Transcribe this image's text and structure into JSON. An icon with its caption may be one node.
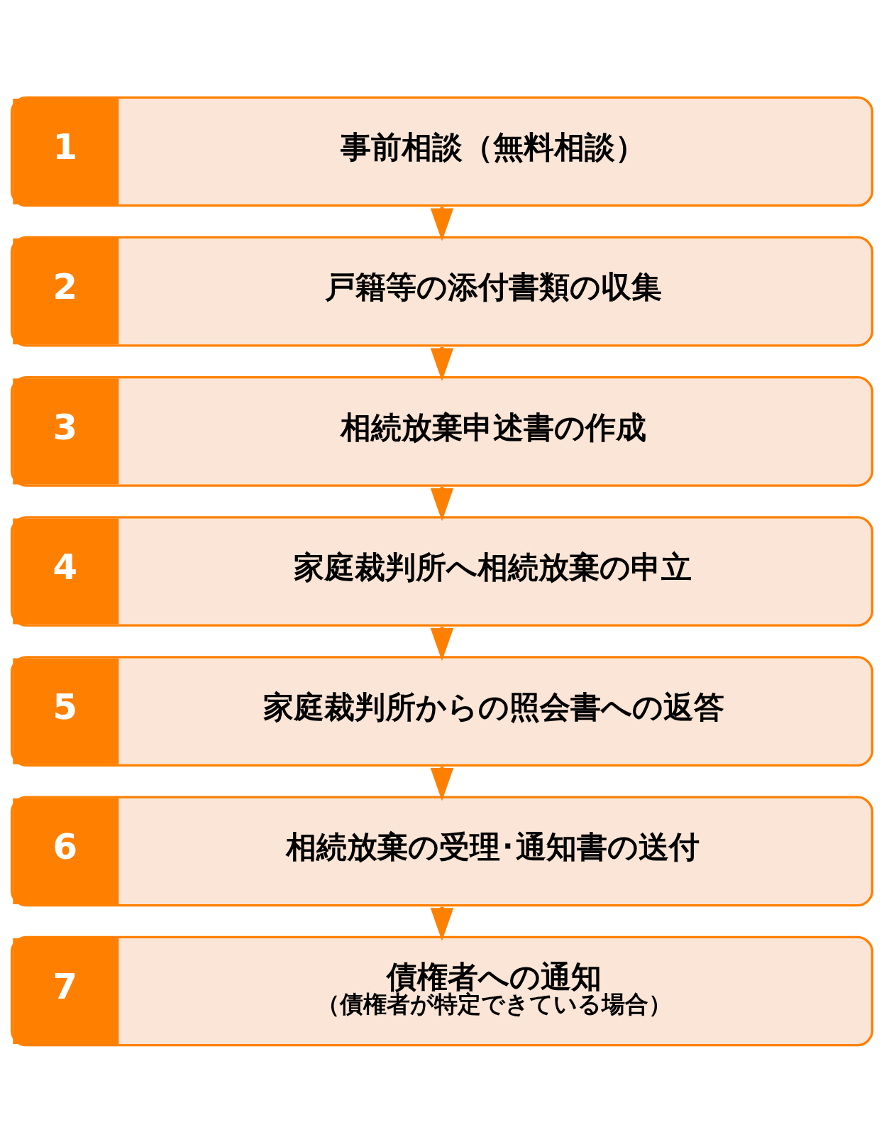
{
  "diagram": {
    "nodes": [
      {
        "text": [
          "1",
          "事前相談（無料相談）"
        ]
      },
      {
        "text": [
          "2",
          "戸籍等の添付書類の収集"
        ]
      },
      {
        "text": [
          "3",
          "相続放棄申述書の作成"
        ]
      },
      {
        "text": [
          "4",
          "家庭裁判所へ相続放棄の申立"
        ]
      },
      {
        "text": [
          "5",
          "家庭裁判所からの照会書への返答"
        ]
      },
      {
        "text": [
          "6",
          "相続放棄の受理･通知書の送付"
        ]
      },
      {
        "text": [
          "7",
          "債権者への通知",
          "（債権者が特定できている場合）"
        ]
      }
    ],
    "edges": [
      {
        "from": 0,
        "to": 1,
        "arrow": "to"
      },
      {
        "from": 1,
        "to": 2,
        "arrow": "to"
      },
      {
        "from": 2,
        "to": 3,
        "arrow": "to"
      },
      {
        "from": 3,
        "to": 4,
        "arrow": "to"
      },
      {
        "from": 4,
        "to": 5,
        "arrow": "to"
      },
      {
        "from": 5,
        "to": 6,
        "arrow": "to"
      }
    ]
  }
}
